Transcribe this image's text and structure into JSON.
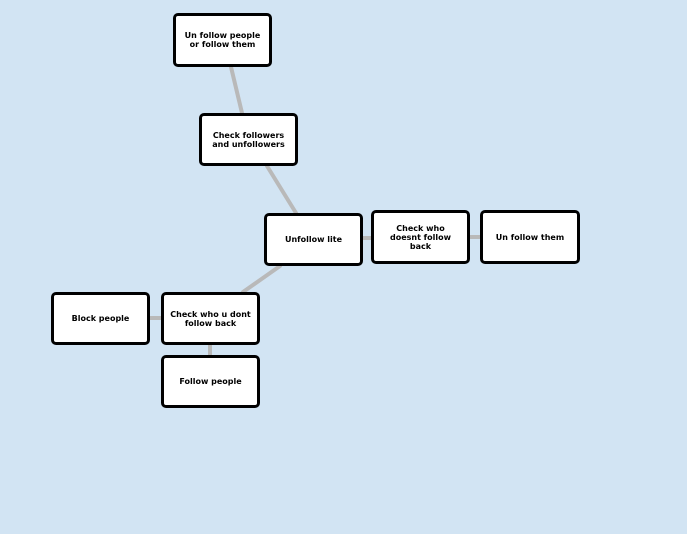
{
  "diagram": {
    "nodes": [
      {
        "id": "n1",
        "label": "Un follow people or follow them"
      },
      {
        "id": "n2",
        "label": "Check followers and unfollowers"
      },
      {
        "id": "n3",
        "label": "Unfollow lite"
      },
      {
        "id": "n4",
        "label": "Check who doesnt follow back"
      },
      {
        "id": "n5",
        "label": "Un follow them"
      },
      {
        "id": "n6",
        "label": "Block people"
      },
      {
        "id": "n7",
        "label": "Check who u dont follow back"
      },
      {
        "id": "n8",
        "label": "Follow people"
      }
    ],
    "edges": [
      {
        "from": "n1",
        "to": "n2"
      },
      {
        "from": "n2",
        "to": "n3"
      },
      {
        "from": "n3",
        "to": "n4"
      },
      {
        "from": "n4",
        "to": "n5"
      },
      {
        "from": "n3",
        "to": "n7"
      },
      {
        "from": "n7",
        "to": "n6"
      },
      {
        "from": "n7",
        "to": "n8"
      }
    ],
    "colors": {
      "background": "#d2e4f3",
      "node_fill": "#ffffff",
      "node_border": "#000000",
      "edge": "#b9b9b9"
    }
  }
}
